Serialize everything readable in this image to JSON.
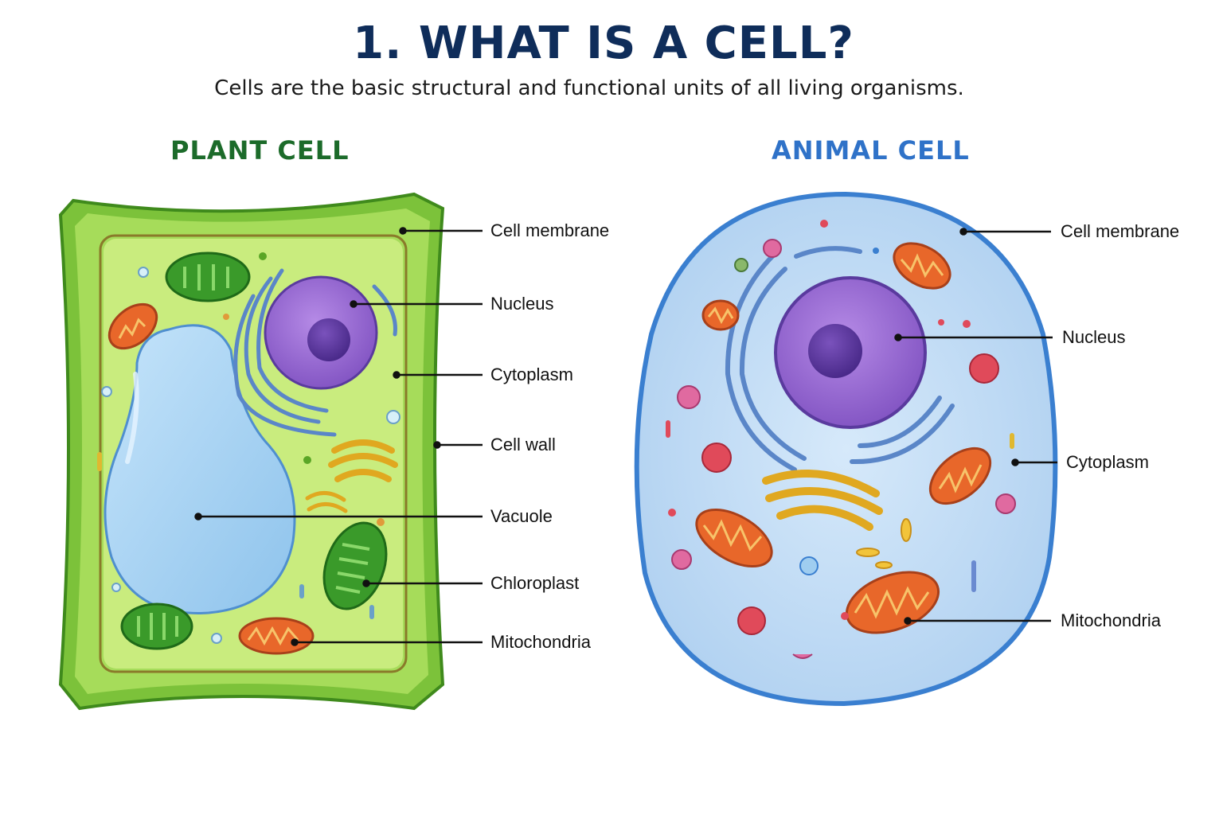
{
  "page": {
    "title": "1. WHAT IS A CELL?",
    "subtitle": "Cells are the basic structural and functional units of all living organisms."
  },
  "plant_cell": {
    "heading": "PLANT CELL",
    "labels": {
      "cell_membrane": "Cell membrane",
      "nucleus": "Nucleus",
      "cytoplasm": "Cytoplasm",
      "cell_wall": "Cell wall",
      "vacuole": "Vacuole",
      "chloroplast": "Chloroplast",
      "mitochondria": "Mitochondria"
    }
  },
  "animal_cell": {
    "heading": "ANIMAL CELL",
    "labels": {
      "cell_membrane": "Cell membrane",
      "nucleus": "Nucleus",
      "cytoplasm": "Cytoplasm",
      "mitochondria": "Mitochondria"
    }
  },
  "colors": {
    "title": "#0f2d5a",
    "plant_heading": "#1c6b2a",
    "animal_heading": "#2f72c8",
    "cell_wall": "#5aa626",
    "plant_cytoplasm": "#c9ec7e",
    "animal_cytoplasm": "#bcd9f4",
    "animal_membrane": "#3a7fd0",
    "vacuole": "#9fcdf0",
    "nucleus": "#8a5cc8",
    "nucleolus": "#5a3a9e",
    "mitochondria": "#e8672a",
    "chloroplast": "#3a9a2a",
    "golgi": "#f2c43a",
    "er": "#5a86c8"
  }
}
